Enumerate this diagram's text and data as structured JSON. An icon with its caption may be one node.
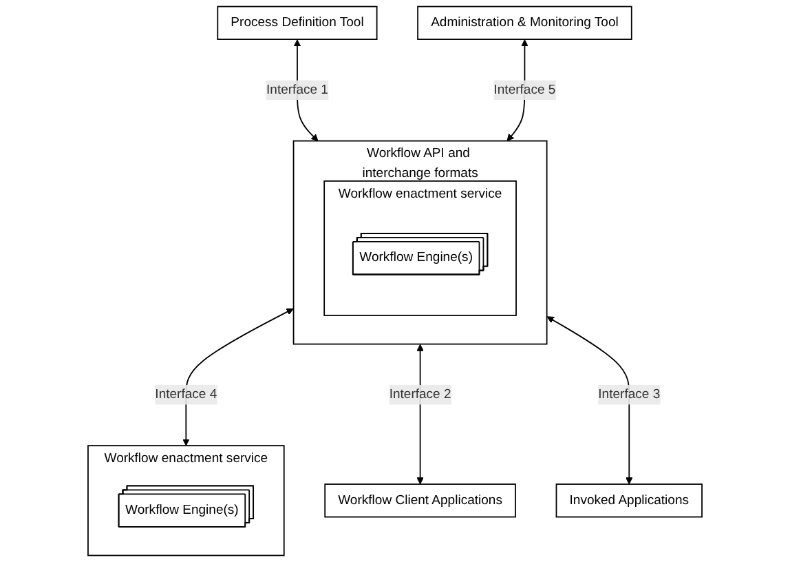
{
  "diagram": {
    "nodes": [
      {
        "text": [
          "Process Definition Tool"
        ]
      },
      {
        "text": [
          "Workflow API and interchange formats"
        ]
      },
      {
        "text": [
          "Workflow enactment service"
        ],
        "in": 1
      },
      {
        "text": [
          "Workflow Engine(s)"
        ],
        "in": 2
      },
      {
        "text": [
          "Workflow enactment service"
        ]
      },
      {
        "text": [
          "Workflow Engine(s)"
        ],
        "in": 4
      },
      {
        "text": [
          "Administration & Monitoring Tool"
        ]
      },
      {
        "text": [
          "Workflow Client Applications"
        ]
      },
      {
        "text": [
          "Invoked Applications"
        ]
      }
    ],
    "edges": [
      {
        "from": 0,
        "to": 1,
        "arrow": "both",
        "label": "Interface 1"
      },
      {
        "from": 6,
        "to": 1,
        "arrow": "both",
        "label": "Interface 5"
      },
      {
        "from": 1,
        "to": 4,
        "arrow": "both",
        "label": "Interface 4"
      },
      {
        "from": 1,
        "to": 7,
        "arrow": "both",
        "label": "Interface 2"
      },
      {
        "from": 1,
        "to": 8,
        "arrow": "both",
        "label": "Interface 3"
      }
    ]
  }
}
